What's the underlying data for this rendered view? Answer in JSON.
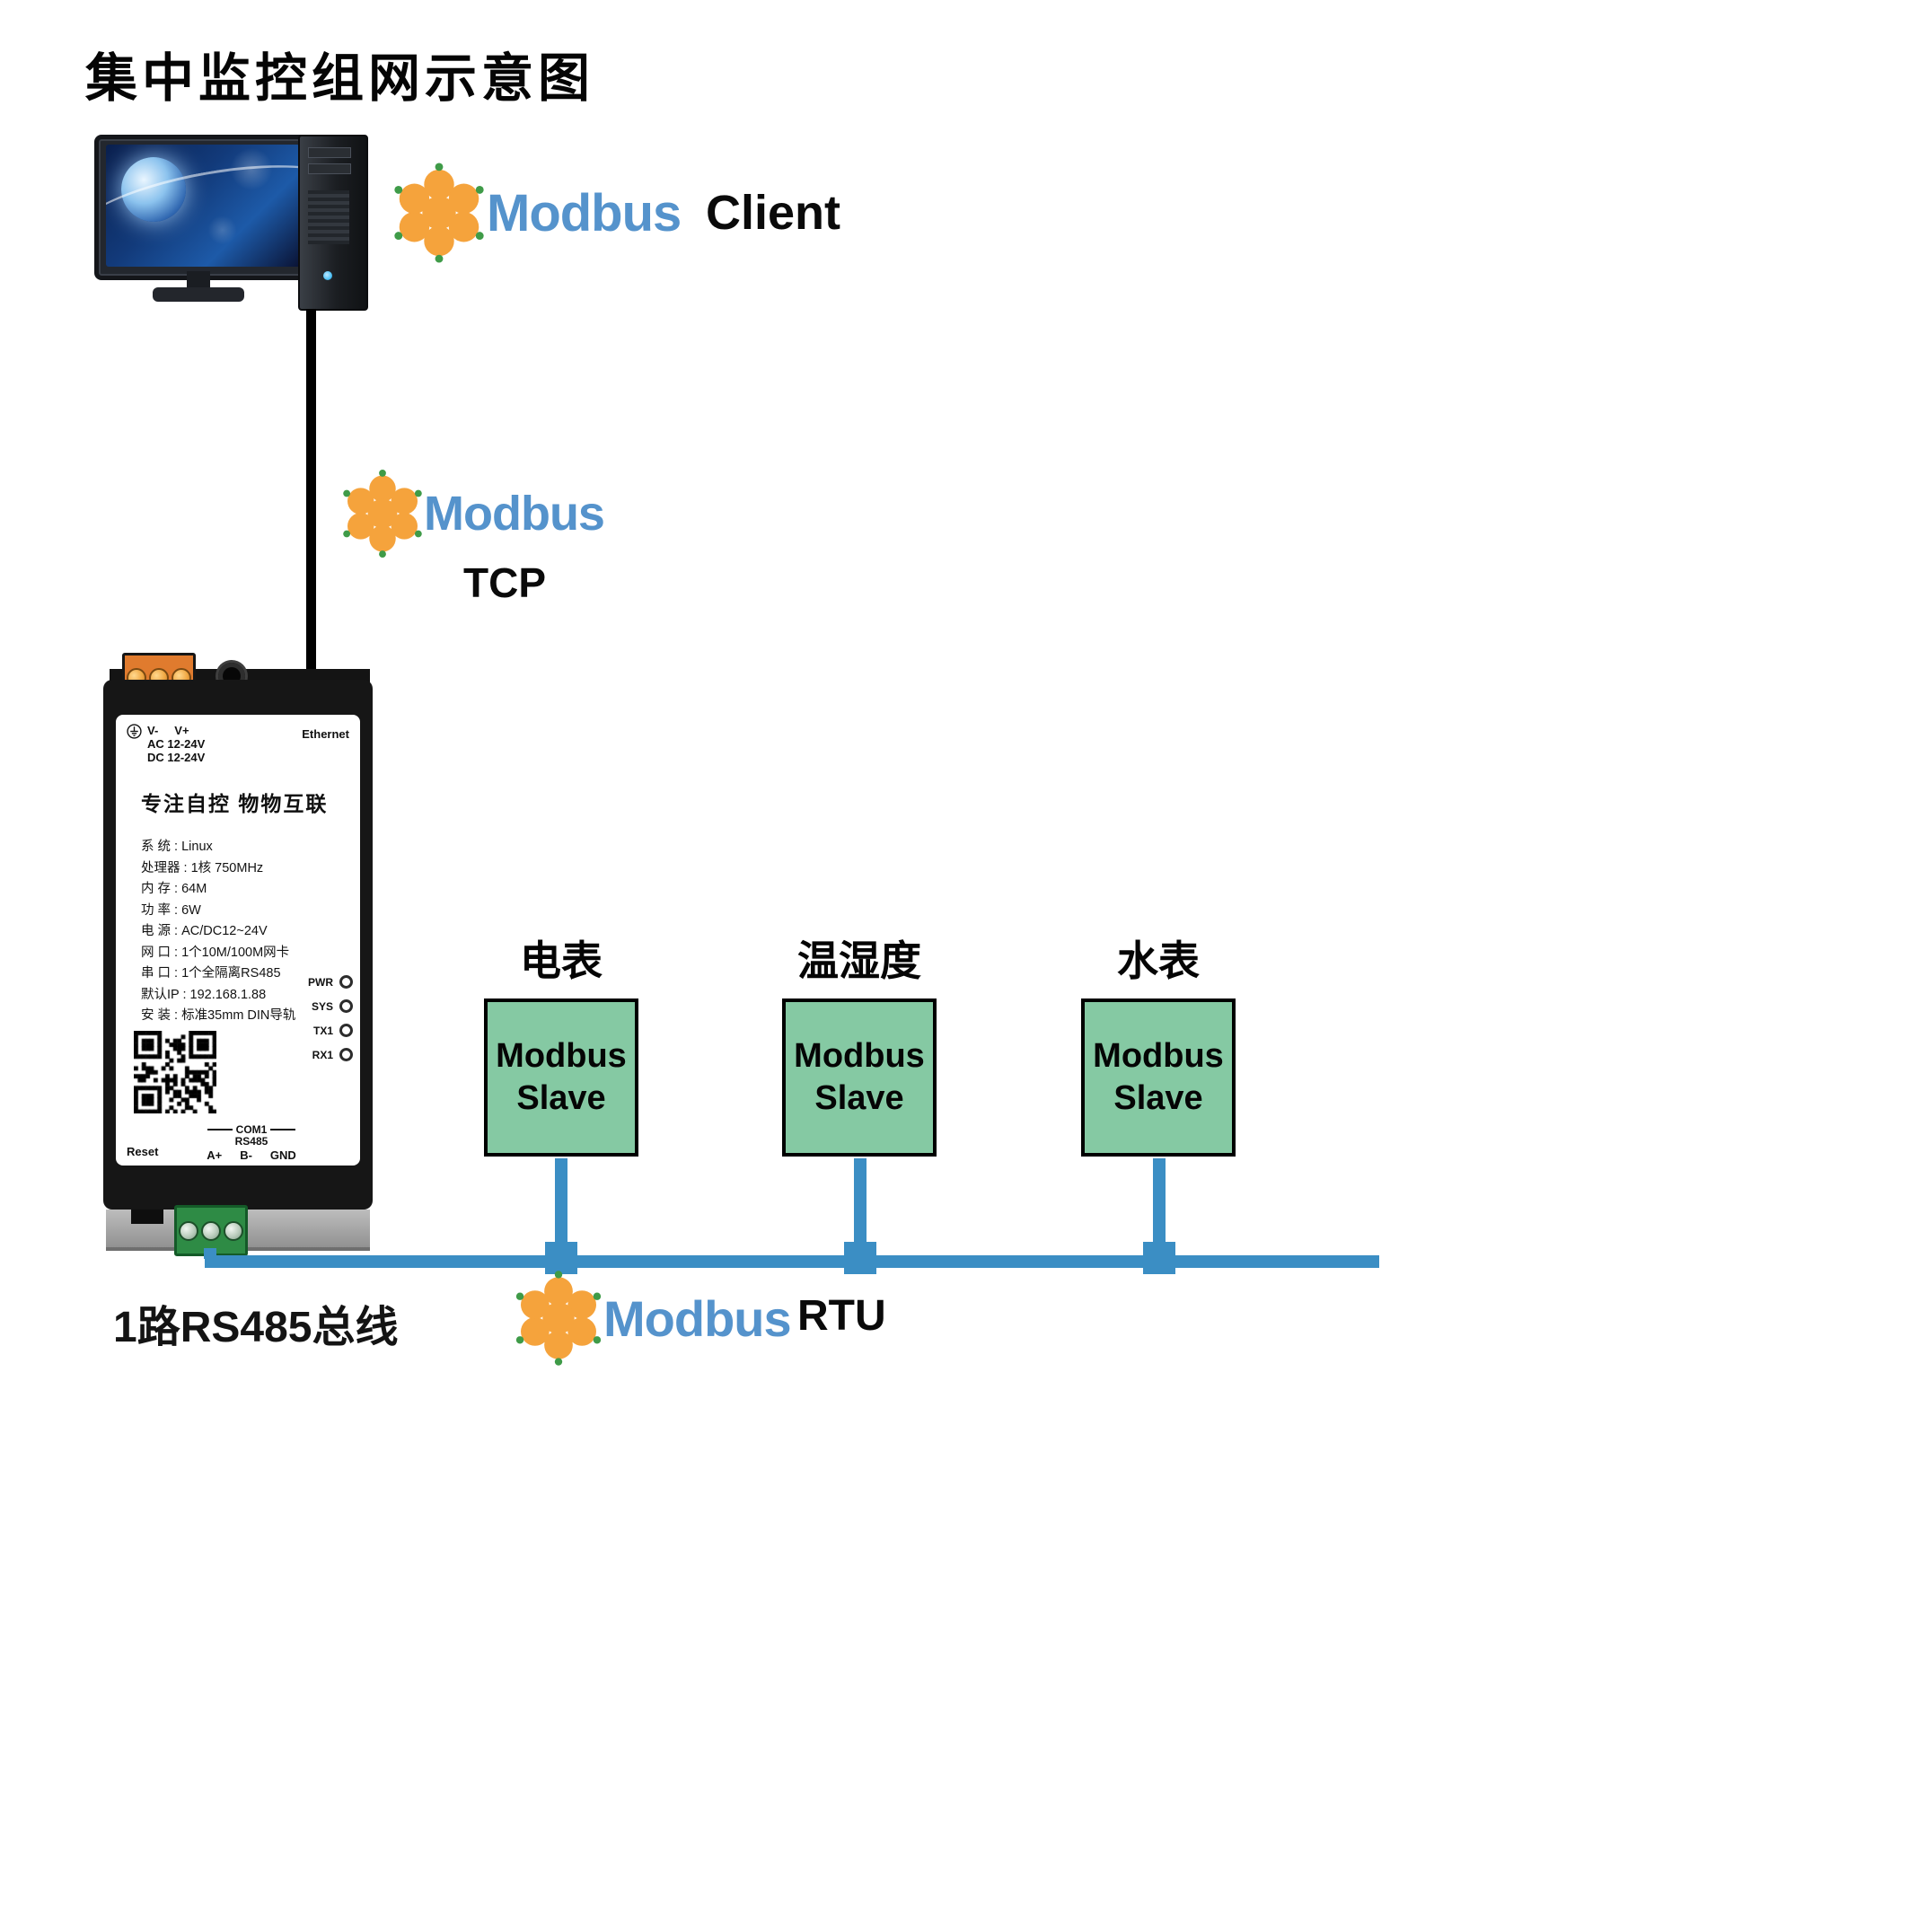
{
  "title": "集中监控组网示意图",
  "logos": {
    "client": {
      "brand": "Modbus",
      "tag": "Client"
    },
    "tcp": {
      "brand": "Modbus",
      "tag": "TCP"
    },
    "rtu": {
      "brand": "Modbus",
      "tag": "RTU"
    }
  },
  "bus_label": "1路RS485总线",
  "device": {
    "power": {
      "v_minus": "V-",
      "v_plus": "V+",
      "ac": "AC 12-24V",
      "dc": "DC 12-24V"
    },
    "ethernet": "Ethernet",
    "slogan": "专注自控 物物互联",
    "specs": [
      "系 统 : Linux",
      "处理器 : 1核 750MHz",
      "内 存 : 64M",
      "功 率 : 6W",
      "电 源 : AC/DC12~24V",
      "网 口 : 1个10M/100M网卡",
      "串 口 : 1个全隔离RS485",
      "默认IP : 192.168.1.88",
      "安 装 : 标准35mm DIN导轨"
    ],
    "leds": [
      "PWR",
      "SYS",
      "TX1",
      "RX1"
    ],
    "bottom": {
      "reset": "Reset",
      "com1": "COM1",
      "rs485": "RS485",
      "pin_a": "A+",
      "pin_b": "B-",
      "pin_gnd": "GND"
    }
  },
  "slaves": [
    {
      "tag": "电表",
      "line1": "Modbus",
      "line2": "Slave"
    },
    {
      "tag": "温湿度",
      "line1": "Modbus",
      "line2": "Slave"
    },
    {
      "tag": "水表",
      "line1": "Modbus",
      "line2": "Slave"
    }
  ],
  "colors": {
    "modbus_blue": "#5593cc",
    "modbus_orange": "#f5a33c",
    "bus_blue": "#3b8ec4",
    "slave_green": "#85c9a3",
    "terminal_orange": "#e07b2e",
    "terminal_green": "#2e8b45"
  }
}
